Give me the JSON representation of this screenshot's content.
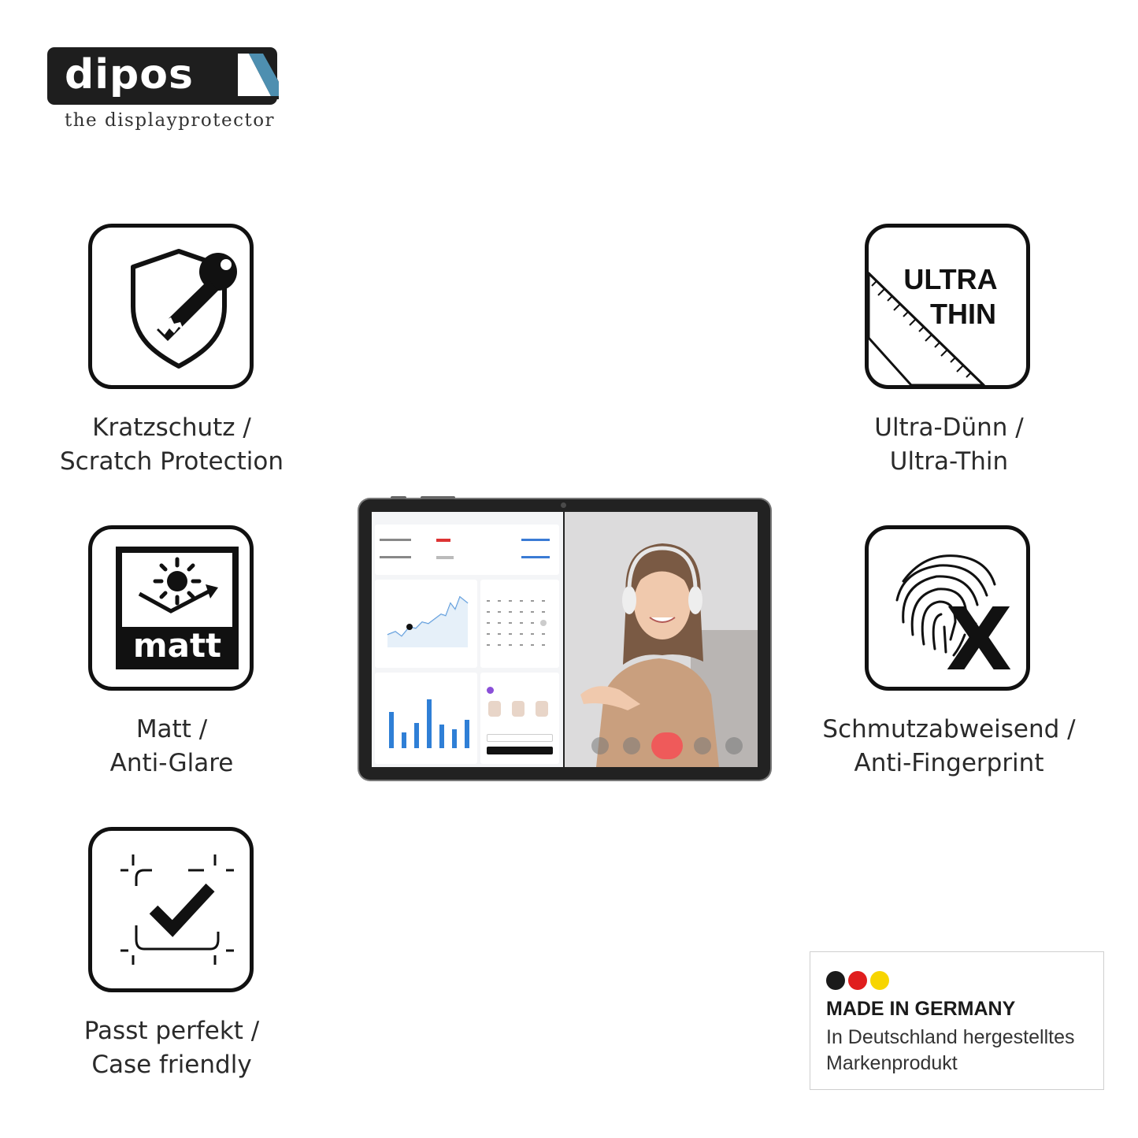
{
  "brand": {
    "name": "dipos",
    "tagline": "the displayprotector"
  },
  "features": [
    {
      "icon": "shield-key-icon",
      "line1": "Kratzschutz /",
      "line2": "Scratch Protection"
    },
    {
      "icon": "matt-sun-icon",
      "line1": "Matt /",
      "line2": "Anti-Glare",
      "icon_text": "matt"
    },
    {
      "icon": "case-check-icon",
      "line1": "Passt perfekt /",
      "line2": "Case friendly"
    },
    {
      "icon": "ultra-thin-ruler-icon",
      "line1": "Ultra-Dünn /",
      "line2": "Ultra-Thin",
      "icon_text_1": "ULTRA",
      "icon_text_2": "THIN"
    },
    {
      "icon": "fingerprint-x-icon",
      "line1": "Schmutzabweisend /",
      "line2": "Anti-Fingerprint",
      "icon_text": "X"
    }
  ],
  "made_in": {
    "title": "MADE IN GERMANY",
    "line1": "In Deutschland hergestelltes",
    "line2": "Markenprodukt",
    "flag_colors": [
      "#1a1a1a",
      "#e01e1e",
      "#f7d500"
    ]
  },
  "colors": {
    "logo_bg": "#1e1e1e",
    "icon_stroke": "#111111",
    "chart_blue": "#2f7fd6",
    "call_red": "#ef5a5a"
  }
}
